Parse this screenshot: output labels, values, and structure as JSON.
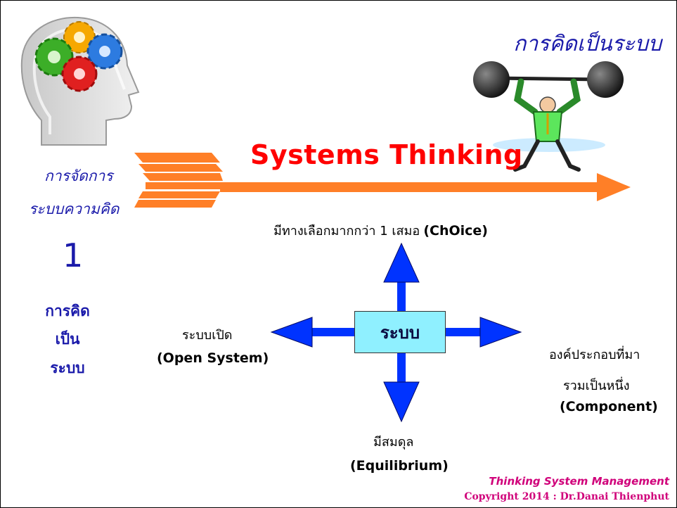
{
  "title": "การคิดเป็นระบบ",
  "main_heading": "Systems Thinking",
  "left_label": {
    "line1": "การจัดการ",
    "line2": "ระบบความคิด"
  },
  "side_number": "1",
  "side_words": [
    "การคิด",
    "เป็น",
    "ระบบ"
  ],
  "center_box": "ระบบ",
  "top_label": {
    "thai": "มีทางเลือกมากกว่า 1 เสมอ",
    "english": "(ChOice)"
  },
  "left_node": {
    "thai": "ระบบเปิด",
    "english": "(Open System)"
  },
  "right_node": {
    "thai_line1": "องค์ประกอบที่มา",
    "thai_line2": "รวมเป็นหนึ่ง",
    "english": "(Component)"
  },
  "bottom_node": {
    "thai": "มีสมดุล",
    "english": "(Equilibrium)"
  },
  "footer": {
    "line1": "Thinking System Management",
    "line2": "Copyright 2014 : Dr.Danai Thienphut"
  },
  "colors": {
    "title_blue": "#1a1aaa",
    "heading_red": "#ff0000",
    "arrow_orange": "#ff7f27",
    "diagram_blue": "#0033ff",
    "box_cyan": "#8ff0ff",
    "footer_magenta": "#d0007a"
  },
  "icons": [
    "head-gears-icon",
    "weightlifter-icon"
  ]
}
